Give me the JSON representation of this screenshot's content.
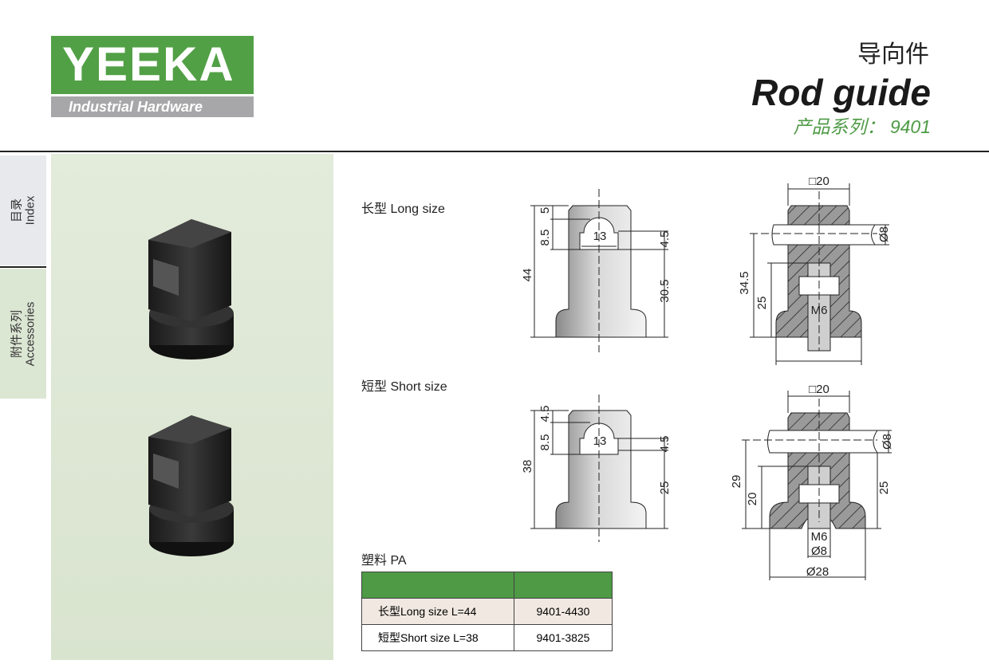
{
  "brand": {
    "logo": "YEEKA",
    "tagline": "Industrial Hardware"
  },
  "header": {
    "title_cn": "导向件",
    "title_en": "Rod guide",
    "series": "产品系列： 9401"
  },
  "side_tabs": [
    {
      "cn": "目录",
      "en": "Index"
    },
    {
      "cn": "附件系列",
      "en": "Accessories"
    }
  ],
  "sections": {
    "long": "长型 Long size",
    "short": "短型 Short size",
    "material": "塑料 PA"
  },
  "dims": {
    "long_front": {
      "total": "44",
      "top": "5",
      "window": "8.5",
      "window_width": "13",
      "right_top": "4.5",
      "right_bottom": "30.5"
    },
    "long_side": {
      "square": "□20",
      "rod": "Ø8",
      "height": "34.5",
      "bore": "25",
      "thread": "M6"
    },
    "short_front": {
      "total": "38",
      "top": "4.5",
      "window": "8.5",
      "window_width": "13",
      "right_top": "4.5",
      "right_bottom": "25"
    },
    "short_side": {
      "square": "□20",
      "rod": "Ø8",
      "height": "29",
      "bore": "20",
      "right": "25",
      "thread": "M6",
      "hole": "Ø8",
      "base": "Ø28"
    }
  },
  "table": {
    "header": [
      "",
      ""
    ],
    "rows": [
      {
        "size": "长型Long size L=44",
        "code": "9401-4430"
      },
      {
        "size": "短型Short size L=38",
        "code": "9401-3825"
      }
    ]
  },
  "colors": {
    "brand_green": "#52a046",
    "table_header": "#4e9a45",
    "row_highlight": "#f1e9e1"
  }
}
